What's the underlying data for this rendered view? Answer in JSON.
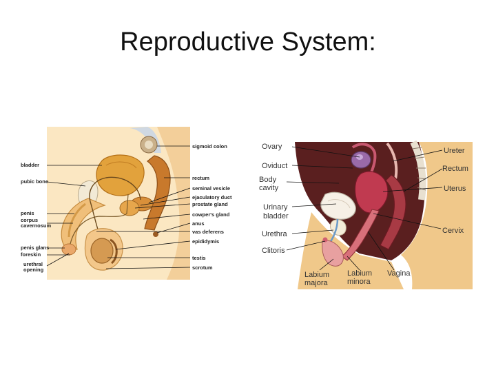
{
  "slide": {
    "title": "Reproductive System:"
  },
  "male_diagram": {
    "labels": {
      "sigmoid_colon": "sigmoid colon",
      "bladder": "bladder",
      "pubic_bone": "pubic bone",
      "rectum": "rectum",
      "seminal_vesicle": "seminal vesicle",
      "ejaculatory_duct": "ejaculatory duct",
      "prostate_gland": "prostate gland",
      "penis": "penis",
      "cowpers_gland": "cowper's gland",
      "corpus": "corpus",
      "cavernosum": "cavernosum",
      "anus": "anus",
      "vas_deferens": "vas deferens",
      "epididymis": "epididymis",
      "penis_glans": "penis glans",
      "foreskin": "foreskin",
      "testis": "testis",
      "urethral": "urethral",
      "opening": "opening",
      "scrotum": "scrotum"
    }
  },
  "female_diagram": {
    "labels": {
      "ovary": "Ovary",
      "oviduct": "Oviduct",
      "body": "Body",
      "cavity": "cavity",
      "urinary": "Urinary",
      "bladder": "bladder",
      "urethra": "Urethra",
      "clitoris": "Clitoris",
      "ureter": "Ureter",
      "rectum": "Rectum",
      "uterus": "Uterus",
      "cervix": "Cervix",
      "labium_majora_1": "Labium",
      "labium_majora_2": "majora",
      "labium_minora_1": "Labium",
      "labium_minora_2": "minora",
      "vagina": "Vagina"
    }
  }
}
